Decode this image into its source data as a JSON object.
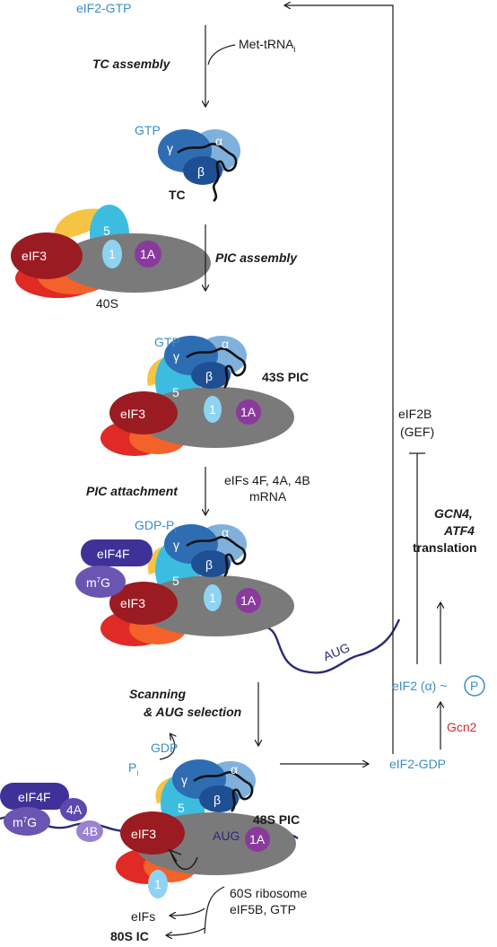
{
  "colors": {
    "gtp_blue": "#3a8fc4",
    "eIF2_gamma": "#2f6db3",
    "eIF2_beta": "#1f4f93",
    "eIF2_alpha": "#7fb1dc",
    "eIF3": "#9b1b22",
    "eIF3_red": "#e02a25",
    "eIF3_orange": "#f2622a",
    "eIF5": "#3cbde0",
    "eIF5_yellow": "#f6c445",
    "eIF1": "#8fd3f2",
    "eIF1A": "#8a3a9c",
    "ribosome_40S": "#7a7a7a",
    "eIF4F": "#3f3197",
    "m7G": "#6a55b3",
    "mRNA": "#2b2a78",
    "gcn2_red": "#e0262e"
  },
  "top": {
    "eif2_gtp": "eIF2-GTP",
    "met_trna": "Met-tRNA",
    "met_trna_sub": "i",
    "tc_assembly": "TC assembly"
  },
  "tc": {
    "gtp": "GTP",
    "gamma": "γ",
    "beta": "β",
    "alpha": "α",
    "label": "TC"
  },
  "pic_assembly": {
    "eif3": "eIF3",
    "eif5": "5",
    "eif1": "1",
    "eif1a": "1A",
    "s40": "40S",
    "step": "PIC assembly"
  },
  "pic43": {
    "gtp": "GTP",
    "gamma": "γ",
    "beta": "β",
    "alpha": "α",
    "eif3": "eIF3",
    "eif5": "5",
    "eif1": "1",
    "eif1a": "1A",
    "label": "43S PIC"
  },
  "attachment": {
    "step": "PIC attachment",
    "factors_line1": "eIFs 4F, 4A, 4B",
    "factors_line2": "mRNA"
  },
  "scanning_complex": {
    "gdp_pi": "GDP-P",
    "gdp_pi_sub": "i",
    "eif4f": "eIF4F",
    "m7g": "m",
    "m7g_sup": "7",
    "m7g_g": "G",
    "eif3": "eIF3",
    "eif5": "5",
    "eif1": "1",
    "eif1a": "1A",
    "gamma": "γ",
    "beta": "β",
    "alpha": "α",
    "aug": "AUG"
  },
  "scanning_step": {
    "line1": "Scanning",
    "line2": "& AUG selection"
  },
  "pic48": {
    "gdp": "GDP",
    "pi": "P",
    "pi_sub": "i",
    "eif4f": "eIF4F",
    "m7g": "m",
    "m7g_sup": "7",
    "m7g_g": "G",
    "eif4a": "4A",
    "eif4b": "4B",
    "eif3": "eIF3",
    "eif5": "5",
    "eif1": "1",
    "eif1a": "1A",
    "gamma": "γ",
    "beta": "β",
    "alpha": "α",
    "aug": "AUG",
    "label": "48S PIC"
  },
  "bottom": {
    "eifs": "eIFs",
    "s60_line1": "60S ribosome",
    "s60_line2": "eIF5B, GTP",
    "ic80": "80S IC"
  },
  "recycling": {
    "eif2_gdp": "eIF2-GDP",
    "eif2b_line1": "eIF2B",
    "eif2b_line2": "(GEF)",
    "gcn4_line1": "GCN4,",
    "gcn4_line2": "ATF4",
    "gcn4_line3": "translation",
    "eif2_alpha_p": "eIF2 (α) ~",
    "p": "P",
    "gcn2": "Gcn2"
  }
}
